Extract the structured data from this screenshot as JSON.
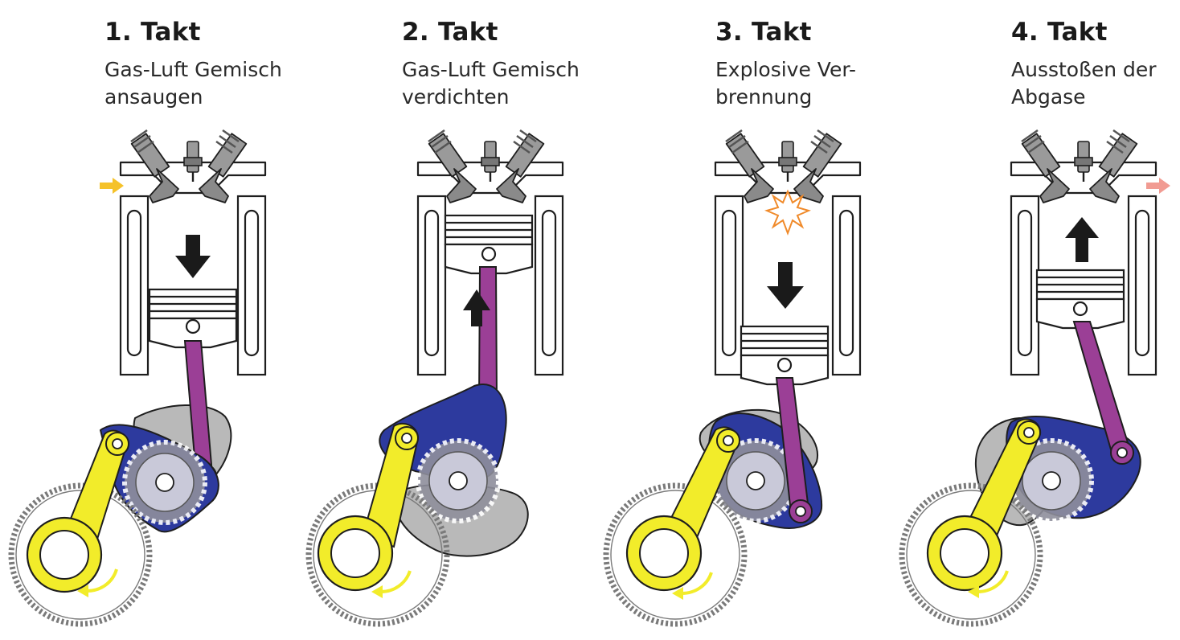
{
  "colors": {
    "rod": "#9b3f96",
    "link": "#2d3a9e",
    "lever": "#f2ec2a",
    "cam": "#b9b9b9",
    "gear": "#8f8f9c",
    "outline": "#1e1e1e",
    "intake_arrow": "#f5c22a",
    "exhaust_arrow": "#f19b92",
    "spark": "#f08a2a"
  },
  "strokes": [
    {
      "title": "1. Takt",
      "line1": "Gas-Luft Gemisch",
      "line2": "ansaugen",
      "piston_direction": "down",
      "flow_arrow": "intake",
      "spark": false
    },
    {
      "title": "2. Takt",
      "line1": "Gas-Luft Gemisch",
      "line2": "verdichten",
      "piston_direction": "up",
      "flow_arrow": "none",
      "spark": false
    },
    {
      "title": "3. Takt",
      "line1": "Explosive Ver-",
      "line2": "brennung",
      "piston_direction": "down",
      "flow_arrow": "none",
      "spark": true
    },
    {
      "title": "4. Takt",
      "line1": "Ausstoßen der",
      "line2": "Abgase",
      "piston_direction": "up",
      "flow_arrow": "exhaust",
      "spark": false
    }
  ]
}
